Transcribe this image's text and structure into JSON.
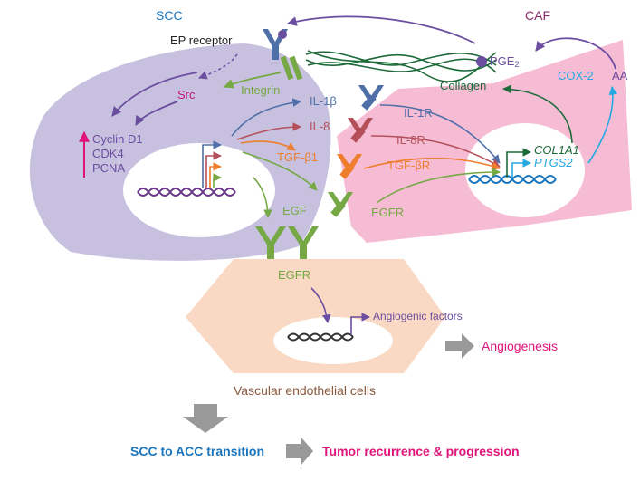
{
  "cells": {
    "scc": "SCC",
    "caf": "CAF",
    "endothelial": "Vascular endothelial cells"
  },
  "receptors": {
    "ep": "EP receptor",
    "integrin": "Integrin",
    "il1r": "IL-1R",
    "il8r": "IL-8R",
    "tgfbr": "TGF-βR",
    "egfr_caf": "EGFR",
    "egfr_endo": "EGFR"
  },
  "signals": {
    "src": "Src",
    "collagen": "Collagen",
    "il1b": "IL-1β",
    "il8": "IL-8",
    "tgfb1": "TGF-β1",
    "egf": "EGF",
    "pge2_main": "PGE",
    "pge2_sub": "2",
    "cox2": "COX-2",
    "aa": "AA"
  },
  "genes": {
    "cyclin_d1": "Cyclin D1",
    "cdk4": "CDK4",
    "pcna": "PCNA",
    "col1a1": "COL1A1",
    "ptgs2": "PTGS2",
    "angiogenic": "Angiogenic factors"
  },
  "outcomes": {
    "angiogenesis": "Angiogenesis",
    "scc_to_acc": "SCC to ACC transition",
    "recurrence": "Tumor recurrence & progression"
  },
  "colors": {
    "scc_cell": "#c7c1df",
    "caf_cell": "#f6bcd4",
    "endo_cell": "#fad9c4",
    "blue_label": "#1b75bc",
    "magenta": "#e0157c",
    "purple": "#6b4ea0",
    "green": "#76a845",
    "dark_green": "#1e6b3a",
    "slate_blue": "#4f6fa8",
    "red_brown": "#b5505a",
    "orange": "#ee7d2d",
    "cyan": "#25a9e0",
    "brown": "#8a5a3c",
    "gray": "#999999"
  }
}
